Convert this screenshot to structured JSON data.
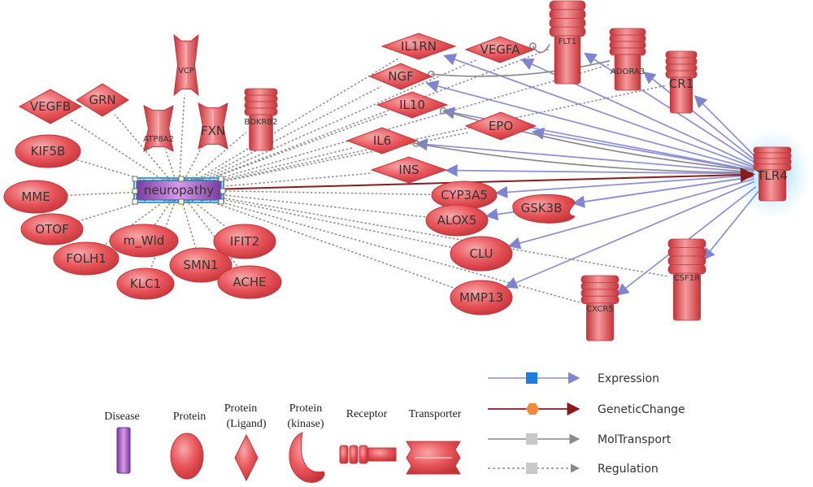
{
  "nodes": {
    "neuropathy": {
      "label": "neuropathy",
      "type": "disease"
    },
    "TLR4": {
      "label": "TLR4",
      "type": "receptor"
    },
    "VEGFB": {
      "label": "VEGFB",
      "type": "ligand"
    },
    "GRN": {
      "label": "GRN",
      "type": "ligand"
    },
    "VCP": {
      "label": "VCP",
      "type": "transporter"
    },
    "ATP8A2": {
      "label": "ATP8A2",
      "type": "transporter"
    },
    "FXN": {
      "label": "FXN",
      "type": "transporter"
    },
    "BDKRB2": {
      "label": "BDKRB2",
      "type": "receptor"
    },
    "KIF5B": {
      "label": "KIF5B",
      "type": "protein"
    },
    "MME": {
      "label": "MME",
      "type": "protein"
    },
    "OTOF": {
      "label": "OTOF",
      "type": "protein"
    },
    "FOLH1": {
      "label": "FOLH1",
      "type": "protein"
    },
    "m_Wld": {
      "label": "m_Wld",
      "type": "protein"
    },
    "KLC1": {
      "label": "KLC1",
      "type": "protein"
    },
    "SMN1": {
      "label": "SMN1",
      "type": "protein"
    },
    "IFIT2": {
      "label": "IFIT2",
      "type": "protein"
    },
    "ACHE": {
      "label": "ACHE",
      "type": "protein"
    },
    "IL1RN": {
      "label": "IL1RN",
      "type": "ligand"
    },
    "VEGFA": {
      "label": "VEGFA",
      "type": "ligand"
    },
    "NGF": {
      "label": "NGF",
      "type": "ligand"
    },
    "IL10": {
      "label": "IL10",
      "type": "ligand"
    },
    "EPO": {
      "label": "EPO",
      "type": "ligand"
    },
    "IL6": {
      "label": "IL6",
      "type": "ligand"
    },
    "INS": {
      "label": "INS",
      "type": "ligand"
    },
    "FLT1": {
      "label": "FLT1",
      "type": "receptor"
    },
    "ADORA3": {
      "label": "ADORA3",
      "type": "receptor"
    },
    "CR1": {
      "label": "CR1",
      "type": "receptor"
    },
    "CYP3A5": {
      "label": "CYP3A5",
      "type": "protein"
    },
    "GSK3B": {
      "label": "GSK3B",
      "type": "kinase"
    },
    "ALOX5": {
      "label": "ALOX5",
      "type": "protein"
    },
    "CLU": {
      "label": "CLU",
      "type": "protein"
    },
    "MMP13": {
      "label": "MMP13",
      "type": "protein"
    },
    "CSF1R": {
      "label": "CSF1R",
      "type": "receptor"
    },
    "CXCR5": {
      "label": "CXCR5",
      "type": "receptor"
    }
  },
  "edges": {
    "regulation_from_neuropathy": [
      "VEGFB",
      "GRN",
      "VCP",
      "ATP8A2",
      "FXN",
      "BDKRB2",
      "KIF5B",
      "MME",
      "OTOF",
      "FOLH1",
      "m_Wld",
      "KLC1",
      "SMN1",
      "IFIT2",
      "ACHE",
      "IL1RN",
      "VEGFA",
      "NGF",
      "IL10",
      "EPO",
      "IL6",
      "INS",
      "FLT1",
      "ADORA3",
      "CR1",
      "CYP3A5",
      "ALOX5",
      "CLU",
      "MMP13",
      "CXCR5",
      "CSF1R"
    ],
    "genetic_change": [
      [
        "neuropathy",
        "TLR4"
      ]
    ],
    "expression_from_TLR4": [
      "IL1RN",
      "VEGFA",
      "NGF",
      "IL10",
      "EPO",
      "IL6",
      "INS",
      "CYP3A5",
      "GSK3B",
      "ALOX5",
      "CLU",
      "MMP13",
      "CXCR5",
      "CSF1R",
      "CR1",
      "ADORA3",
      "FLT1"
    ],
    "mol_transport": [
      [
        "FLT1",
        "VEGFA"
      ],
      [
        "ADORA3",
        "NGF"
      ],
      [
        "TLR4",
        "IL10"
      ],
      [
        "TLR4",
        "IL6"
      ]
    ]
  },
  "colors": {
    "node_fill": "#e8555a",
    "node_dark": "#b82a30",
    "node_light": "#f6a4a6",
    "disease_fill": "#8e44ad",
    "expression": "#8b8fd6",
    "expression_square": "#1e7be0",
    "genetic_change": "#8b1a1a",
    "genetic_change_hex": "#f08a3c",
    "mol_transport": "#8a8a8a",
    "regulation": "#8a8a8a",
    "legend_square": "#c8c8c8"
  },
  "legend": {
    "shapes": [
      {
        "label": "Disease",
        "shape": "disease"
      },
      {
        "label": "Protein",
        "shape": "protein"
      },
      {
        "label": "Protein\n(Ligand)",
        "shape": "ligand"
      },
      {
        "label": "Protein\n(kinase)",
        "shape": "kinase"
      },
      {
        "label": "Receptor",
        "shape": "receptor"
      },
      {
        "label": "Transporter",
        "shape": "transporter"
      }
    ],
    "edges": [
      {
        "label": "Expression",
        "style": "expression"
      },
      {
        "label": "GeneticChange",
        "style": "genetic_change"
      },
      {
        "label": "MolTransport",
        "style": "mol_transport"
      },
      {
        "label": "Regulation",
        "style": "regulation"
      }
    ]
  }
}
